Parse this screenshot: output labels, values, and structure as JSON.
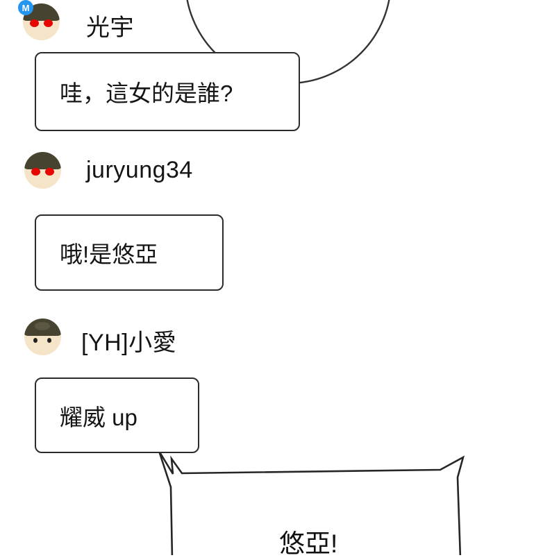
{
  "panel": {
    "messages": [
      {
        "badge": "M",
        "username": "光宇",
        "text": "哇，這女的是誰?"
      },
      {
        "username": "juryung34",
        "text": "哦!是悠亞"
      },
      {
        "username": "[YH]小愛",
        "text": "耀威 up"
      }
    ],
    "shout": "悠亞!"
  }
}
